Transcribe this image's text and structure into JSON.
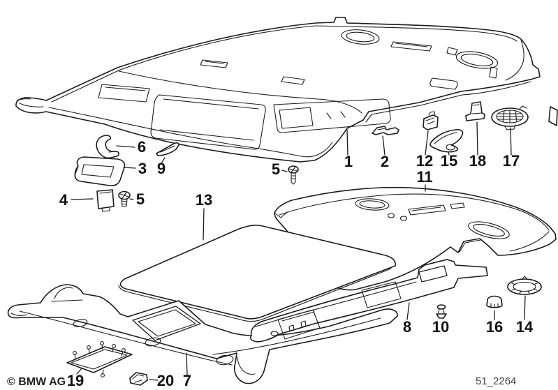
{
  "diagram": {
    "copyright": "© BMW AG",
    "drawing_number": "51_2264",
    "line_color": "#1c1c1c",
    "background": "#ffffff",
    "callouts": [
      {
        "id": "callout-6",
        "label": "6"
      },
      {
        "id": "callout-3",
        "label": "3"
      },
      {
        "id": "callout-9",
        "label": "9"
      },
      {
        "id": "callout-4",
        "label": "4"
      },
      {
        "id": "callout-5-left",
        "label": "5"
      },
      {
        "id": "callout-13",
        "label": "13"
      },
      {
        "id": "callout-5-right",
        "label": "5"
      },
      {
        "id": "callout-1",
        "label": "1"
      },
      {
        "id": "callout-2",
        "label": "2"
      },
      {
        "id": "callout-12",
        "label": "12"
      },
      {
        "id": "callout-15",
        "label": "15"
      },
      {
        "id": "callout-18",
        "label": "18"
      },
      {
        "id": "callout-17",
        "label": "17"
      },
      {
        "id": "callout-11",
        "label": "11"
      },
      {
        "id": "callout-8",
        "label": "8"
      },
      {
        "id": "callout-10",
        "label": "10"
      },
      {
        "id": "callout-16",
        "label": "16"
      },
      {
        "id": "callout-14",
        "label": "14"
      },
      {
        "id": "callout-19",
        "label": "19"
      },
      {
        "id": "callout-20",
        "label": "20"
      },
      {
        "id": "callout-7",
        "label": "7"
      }
    ]
  }
}
